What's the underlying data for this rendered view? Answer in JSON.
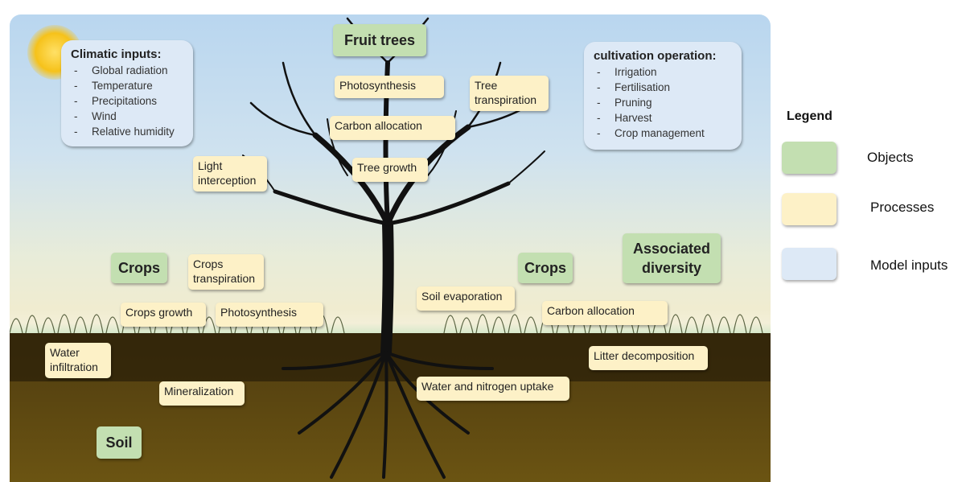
{
  "objects": {
    "fruit_trees": "Fruit trees",
    "crops_left": "Crops",
    "crops_right": "Crops",
    "associated_diversity": "Associated diversity",
    "soil": "Soil"
  },
  "processes": {
    "photosynthesis_tree": "Photosynthesis",
    "tree_transpiration": "Tree transpiration",
    "carbon_allocation_tree": "Carbon allocation",
    "tree_growth": "Tree growth",
    "light_interception": "Light interception",
    "crops_transpiration": "Crops transpiration",
    "soil_evaporation": "Soil evaporation",
    "crops_growth": "Crops growth",
    "photosynthesis_crops": "Photosynthesis",
    "carbon_allocation_crops": "Carbon allocation",
    "water_infiltration": "Water infiltration",
    "litter_decomposition": "Litter decomposition",
    "mineralization": "Mineralization",
    "water_nitrogen_uptake": "Water and nitrogen uptake"
  },
  "inputs": {
    "climatic": {
      "title": "Climatic inputs:",
      "items": [
        "Global radiation",
        "Temperature",
        "Precipitations",
        "Wind",
        "Relative humidity"
      ]
    },
    "cultivation": {
      "title": "cultivation operation:",
      "items": [
        "Irrigation",
        "Fertilisation",
        "Pruning",
        "Harvest",
        "Crop management"
      ]
    }
  },
  "legend": {
    "title": "Legend",
    "objects": "Objects",
    "processes": "Processes",
    "model_inputs": "Model inputs",
    "colors": {
      "objects": "#c3dfb1",
      "processes": "#fdf1c7",
      "model_inputs": "#dde9f6"
    }
  }
}
